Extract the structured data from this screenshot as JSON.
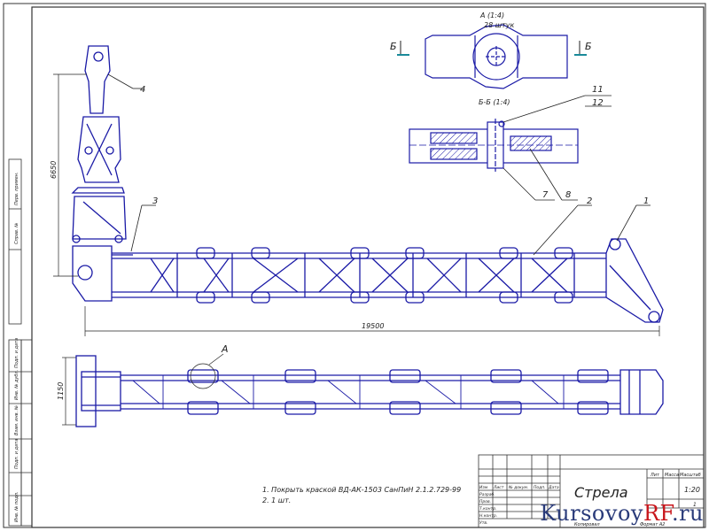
{
  "view_a": {
    "title": "А (1:4)",
    "subtitle": "28 штук",
    "section_mark": "Б"
  },
  "section_bb": {
    "title": "Б-Б (1:4)"
  },
  "callouts": {
    "c1": "1",
    "c2": "2",
    "c3": "3",
    "c4": "4",
    "c7": "7",
    "c8": "8",
    "c11": "11",
    "c12": "12",
    "cA": "А"
  },
  "dimensions": {
    "height": "6650",
    "length": "19500",
    "width": "1150"
  },
  "notes": {
    "line1": "1. Покрыть краской ВД-АК-1503 СанПиН 2.1.2.729-99",
    "line2": "2. 1 шт."
  },
  "title_block": {
    "name": "Стрела",
    "scale": "1:20",
    "sheet": "1",
    "col_lit": "Лит",
    "col_mass": "Масса",
    "col_scale": "Масштаб",
    "row_izm": "Изм",
    "row_list": "Лист",
    "row_doc": "№ докум.",
    "row_sign": "Подп.",
    "row_date": "Дата",
    "row_razrab": "Разраб.",
    "row_prov": "Пров.",
    "row_tkontr": "Т.контр.",
    "row_nkontr": "Н.контр.",
    "row_utv": "Утв.",
    "copied": "Копировал",
    "format": "Формат  А2"
  },
  "side_stamps": [
    "Перв. примен.",
    "Справ. №",
    "Подп. и дата",
    "Инв. № дубл.",
    "Взам. инв. №",
    "Подп. и дата",
    "Инв. № подл."
  ],
  "watermark": {
    "main": "Kursovoy",
    "accent": "RF",
    "suffix": ".ru"
  },
  "colors": {
    "line": "#1a1aa6",
    "frame": "#333333",
    "hatch": "#1a1aa6"
  }
}
